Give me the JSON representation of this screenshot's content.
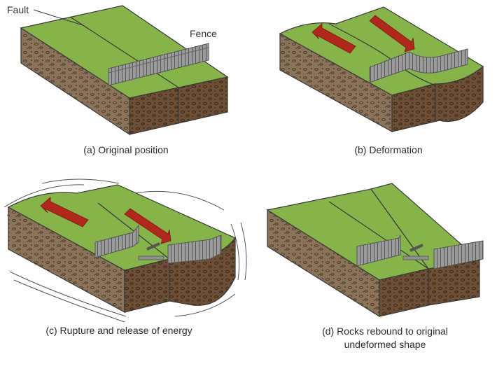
{
  "labels": {
    "fault": "Fault",
    "fence": "Fence"
  },
  "captions": {
    "a": "(a) Original position",
    "b": "(b) Deformation",
    "c": "(c) Rupture and release of energy",
    "d_line1": "(d) Rocks rebound to original",
    "d_line2": "undeformed shape"
  },
  "colors": {
    "grass": "#86b34a",
    "soil_front": "#8a7358",
    "soil_side": "#6b4e33",
    "fence": "#8f9090",
    "arrow": "#b0281c",
    "outline": "#3a3a3a"
  }
}
